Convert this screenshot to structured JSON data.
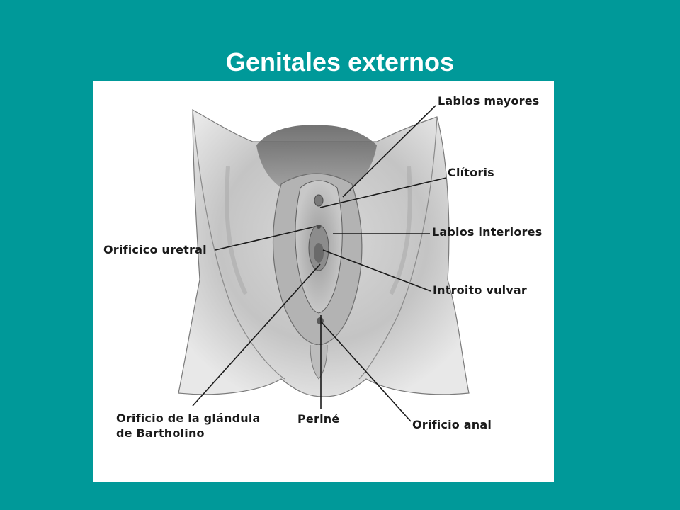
{
  "slide": {
    "title": "Genitales externos",
    "background_color": "#009999"
  },
  "figure": {
    "labels": {
      "labios_mayores": "Labios mayores",
      "clitoris": "Clítoris",
      "labios_interiores": "Labios interiores",
      "orificio_uretral": "Orificico uretral",
      "introito_vulvar": "Introito vulvar",
      "bartholino_line1": "Orificio de la glándula",
      "bartholino_line2": "de Bartholino",
      "perine": "Periné",
      "orificio_anal": "Orificio anal"
    }
  }
}
